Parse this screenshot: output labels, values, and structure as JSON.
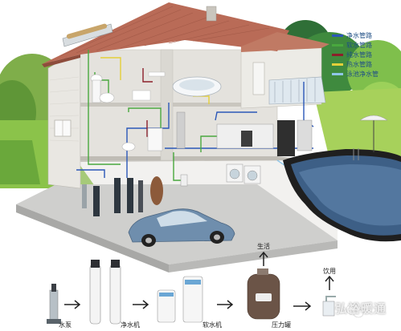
{
  "legend": {
    "items": [
      {
        "label": "净水管路",
        "color": "#2b57b8"
      },
      {
        "label": "软水管路",
        "color": "#49a83e"
      },
      {
        "label": "纯水管路",
        "color": "#8b1f2a"
      },
      {
        "label": "热水管路",
        "color": "#e3cf3a"
      },
      {
        "label": "泳池净水管",
        "color": "#8fc6e8"
      }
    ]
  },
  "process": {
    "pump_label": "水泵",
    "purifier_label": "净水机",
    "softener_label": "软水机",
    "tank_label": "压力罐",
    "life_label": "生活",
    "drink_label": "饮用"
  },
  "watermark": {
    "text": "弘裕暖通"
  },
  "colors": {
    "roof": "#b96b57",
    "wall": "#e6e4df",
    "pool": "#3d5f86",
    "lawn": "#8bc34a",
    "car": "#6f8ead"
  }
}
